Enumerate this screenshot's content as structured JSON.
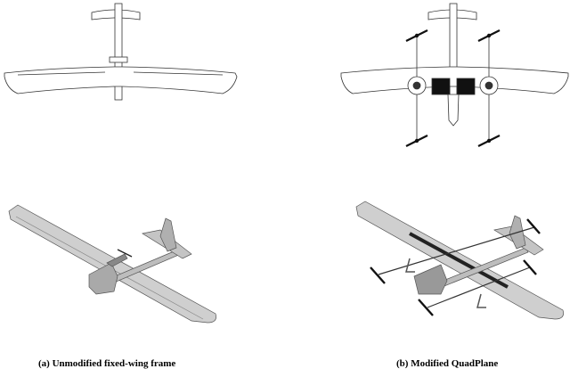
{
  "figure": {
    "panels": [
      {
        "id": "a",
        "caption": "(a) Unmodified fixed-wing frame"
      },
      {
        "id": "b",
        "caption": "(b) Modified QuadPlane"
      }
    ]
  },
  "colors": {
    "line": "#333333",
    "wing_fill": "#ffffff",
    "render_light": "#d9d9d9",
    "render_mid": "#a8a8a8",
    "render_dark": "#6e6e6e",
    "battery_black": "#111111"
  }
}
